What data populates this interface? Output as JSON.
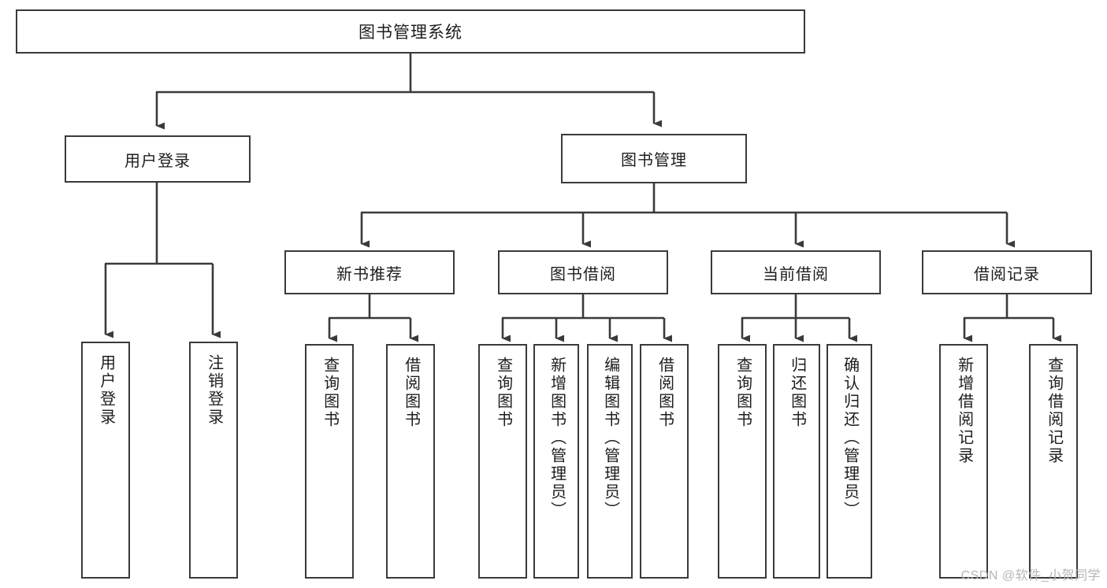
{
  "diagram": {
    "title": "图书管理系统",
    "type": "tree-hierarchy",
    "orientation": "top-down",
    "line_color": "#3a3a3a",
    "box_fill": "#ffffff",
    "text_color": "#1d1d1d"
  },
  "root": {
    "label": "图书管理系统"
  },
  "level1": [
    {
      "label": "用户登录"
    },
    {
      "label": "图书管理"
    }
  ],
  "level2": [
    {
      "label": "新书推荐"
    },
    {
      "label": "图书借阅"
    },
    {
      "label": "当前借阅"
    },
    {
      "label": "借阅记录"
    }
  ],
  "leaves": {
    "user_login": [
      {
        "label": "用户登录"
      },
      {
        "label": "注销登录"
      }
    ],
    "new_book_recommend": [
      {
        "label": "查询图书"
      },
      {
        "label": "借阅图书"
      }
    ],
    "book_borrow": [
      {
        "label": "查询图书"
      },
      {
        "label": "新增图书（管理员）"
      },
      {
        "label": "编辑图书（管理员）"
      },
      {
        "label": "借阅图书"
      }
    ],
    "current_borrow": [
      {
        "label": "查询图书"
      },
      {
        "label": "归还图书"
      },
      {
        "label": "确认归还（管理员）"
      }
    ],
    "borrow_record": [
      {
        "label": "新增借阅记录"
      },
      {
        "label": "查询借阅记录"
      }
    ]
  },
  "watermark": {
    "text": "CSDN @软件_小贺同学"
  }
}
